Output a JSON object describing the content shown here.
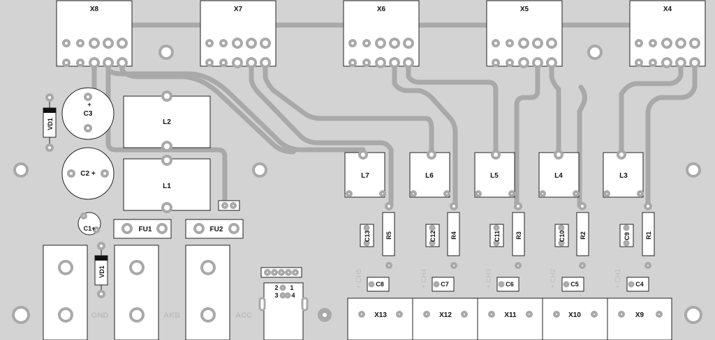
{
  "board": {
    "connectors_top": [
      "X8",
      "X7",
      "X6",
      "X5",
      "X4"
    ],
    "connectors_bottom": [
      "X13",
      "X12",
      "X11",
      "X10",
      "X9"
    ],
    "inductors_big": [
      "L2",
      "L1"
    ],
    "inductors_small": [
      "L7",
      "L6",
      "L5",
      "L4",
      "L3"
    ],
    "resistors": [
      "R5",
      "R4",
      "R3",
      "R2",
      "R1"
    ],
    "caps_vertical": [
      "C13",
      "C12",
      "C11",
      "C10",
      "C9"
    ],
    "caps_horizontal": [
      "C8",
      "C7",
      "C6",
      "C5",
      "C4"
    ],
    "channels": [
      "+ CH5",
      "+ CH4",
      "+ CH3",
      "+ CH2",
      "+ CH1"
    ],
    "electrolytics": {
      "c3": "C3",
      "c2": "C2 +",
      "c1": "C1+",
      "plus": "+"
    },
    "diodes": [
      "VD1",
      "VD1"
    ],
    "fuses": [
      "FU1",
      "FU2"
    ],
    "terminals": [
      "GND",
      "AKB",
      "ACC"
    ],
    "header_pins": {
      "p1": "1",
      "p2": "2",
      "p3": "3",
      "p4": "4"
    }
  }
}
